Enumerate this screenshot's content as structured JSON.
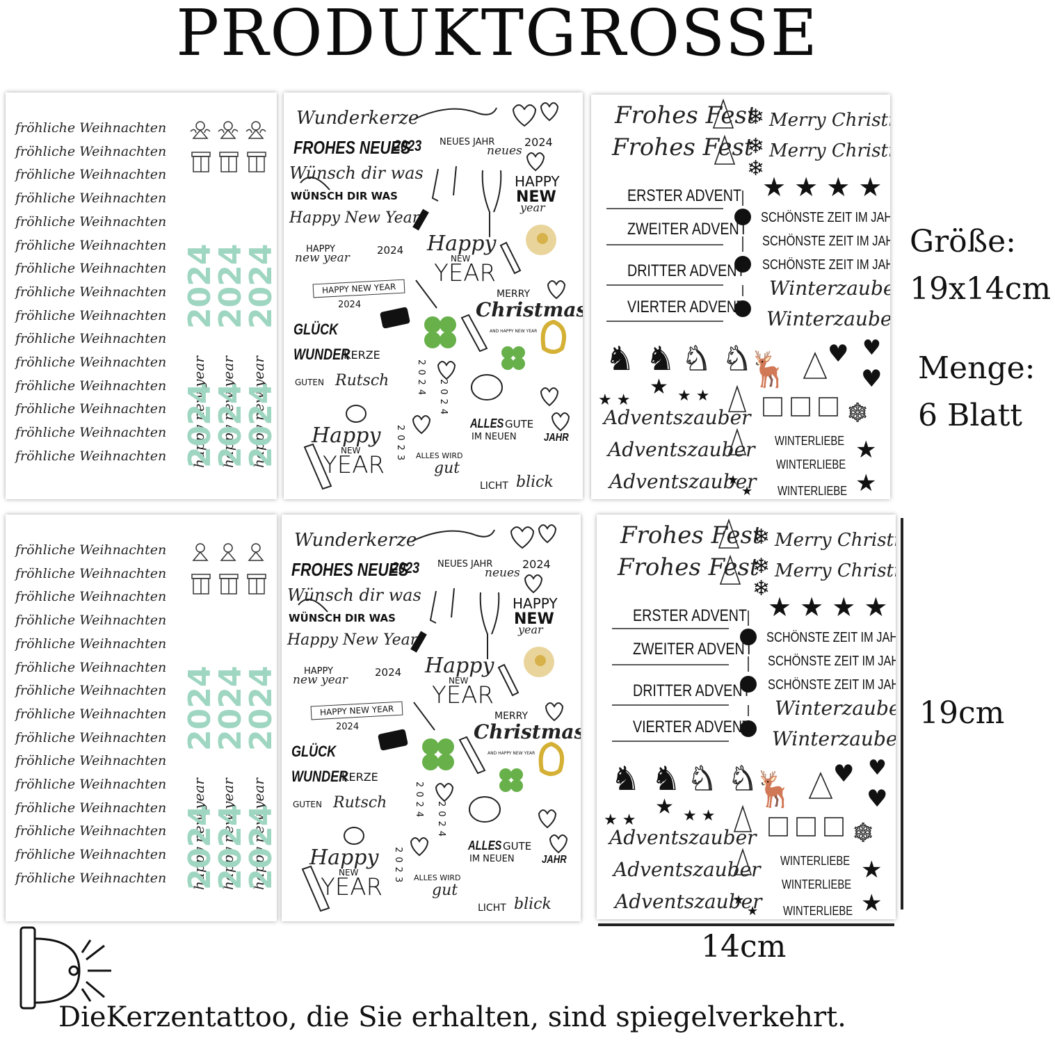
{
  "title": "PRODUKTGROSSE",
  "info": {
    "size_label": "Größe:",
    "size_value": "19x14cm",
    "qty_label": "Menge:",
    "qty_value": "6 Blatt"
  },
  "dimensions": {
    "height": "19cm",
    "width": "14cm"
  },
  "footer": "DieKerzentattoo, die Sie erhalten, sind spiegelverkehrt.",
  "sheet1": {
    "line": "fröhliche Weihnachten",
    "vertical": "happy new year",
    "year": "2024"
  },
  "sheet2": {
    "wunderkerze": "Wunderkerze",
    "frohes_neues": "FROHES NEUES",
    "y2023": "2023",
    "neues_jahr": "NEUES JAHR",
    "neues": "neues",
    "y2024": "2024",
    "wunsch_script": "Wünsch dir was",
    "wunsch_caps": "WÜNSCH DIR WAS",
    "happy_new_year_script": "Happy New Year!",
    "happy": "HAPPY",
    "new": "NEW",
    "year_small": "year",
    "happy_small": "HAPPY",
    "new_year_script": "new year",
    "happy_script": "Happy",
    "new_caps": "NEW",
    "year_caps": "YEAR",
    "banner": "HAPPY NEW YEAR",
    "merry": "MERRY",
    "christmas": "Christmas",
    "and_hny": "AND HAPPY NEW YEAR",
    "glueck": "GLÜCK",
    "wunder": "WUNDER",
    "kerze": "KERZE",
    "guten": "GUTEN",
    "rutsch": "Rutsch",
    "alles_gute": "ALLES",
    "gute": "GUTE",
    "im_neuen": "IM NEUEN",
    "jahr": "JAHR",
    "alles_wird": "ALLES WIRD",
    "gut": "gut",
    "licht": "LICHT",
    "blick": "blick"
  },
  "sheet3": {
    "frohes_fest": "Frohes Fest",
    "merry_christmas": "Merry Christmas",
    "advent": [
      "ERSTER ADVENT",
      "ZWEITER ADVENT",
      "DRITTER ADVENT",
      "VIERTER ADVENT"
    ],
    "schoenste": "SCHÖNSTE ZEIT IM JAHR",
    "winterzauber": "Winterzauber",
    "adventszauber": "Adventszauber",
    "winterliebe": "WINTERLIEBE"
  }
}
